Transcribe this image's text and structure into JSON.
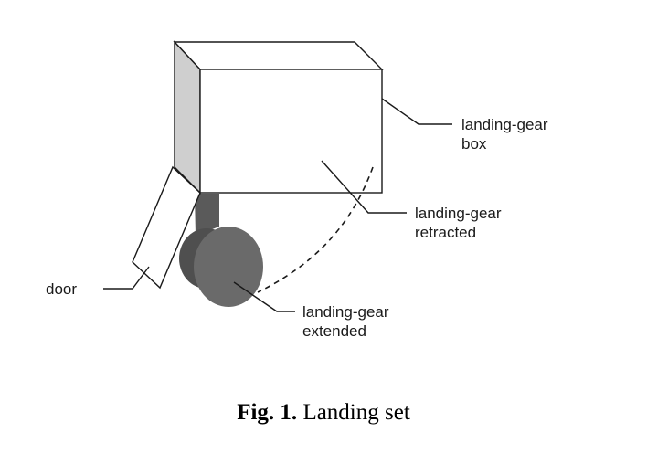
{
  "labels": {
    "box_line1": "landing-gear",
    "box_line2": "box",
    "retracted_line1": "landing-gear",
    "retracted_line2": "retracted",
    "extended_line1": "landing-gear",
    "extended_line2": "extended",
    "door": "door"
  },
  "caption": {
    "prefix": "Fig. 1.",
    "text": "Landing set"
  },
  "colors": {
    "line": "#1a1a1a",
    "box_side": "#cfcfcf",
    "gear_wheel": "#6a6a6a",
    "gear_strut": "#5a5a5a"
  }
}
